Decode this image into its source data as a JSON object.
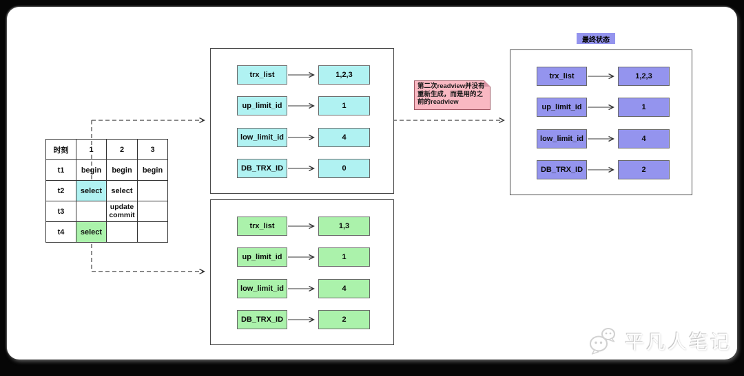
{
  "canvas": {
    "background": "#ffffff",
    "frame_color": "#060606"
  },
  "palette": {
    "cyan": "#b0f2f2",
    "green": "#abf2ab",
    "purple": "#9494ee",
    "note_bg": "#f9b8c2",
    "note_border": "#9c5560",
    "line": "#333333"
  },
  "timeline_table": {
    "headers": [
      "时刻",
      "1",
      "2",
      "3"
    ],
    "rows": [
      {
        "time": "t1",
        "cells": [
          "begin",
          "begin",
          "begin"
        ]
      },
      {
        "time": "t2",
        "cells": [
          "select",
          "select",
          ""
        ]
      },
      {
        "time": "t3",
        "cells": [
          "",
          "update\ncommit",
          ""
        ]
      },
      {
        "time": "t4",
        "cells": [
          "select",
          "",
          ""
        ]
      }
    ]
  },
  "readview_boxes": [
    {
      "id": "readview-first-select",
      "rows": [
        {
          "label": "trx_list",
          "value": "1,2,3"
        },
        {
          "label": "up_limit_id",
          "value": "1"
        },
        {
          "label": "low_limit_id",
          "value": "4"
        },
        {
          "label": "DB_TRX_ID",
          "value": "0"
        }
      ]
    },
    {
      "id": "readview-second-select",
      "rows": [
        {
          "label": "trx_list",
          "value": "1,3"
        },
        {
          "label": "up_limit_id",
          "value": "1"
        },
        {
          "label": "low_limit_id",
          "value": "4"
        },
        {
          "label": "DB_TRX_ID",
          "value": "2"
        }
      ]
    },
    {
      "id": "final-state",
      "badge": "最终状态",
      "rows": [
        {
          "label": "trx_list",
          "value": "1,2,3"
        },
        {
          "label": "up_limit_id",
          "value": "1"
        },
        {
          "label": "low_limit_id",
          "value": "4"
        },
        {
          "label": "DB_TRX_ID",
          "value": "2"
        }
      ]
    }
  ],
  "note": {
    "text": "第二次readview并没有重新生成，而是用的之前的readview"
  },
  "watermark": {
    "text": "平凡人笔记",
    "icon": "wechat-icon"
  }
}
